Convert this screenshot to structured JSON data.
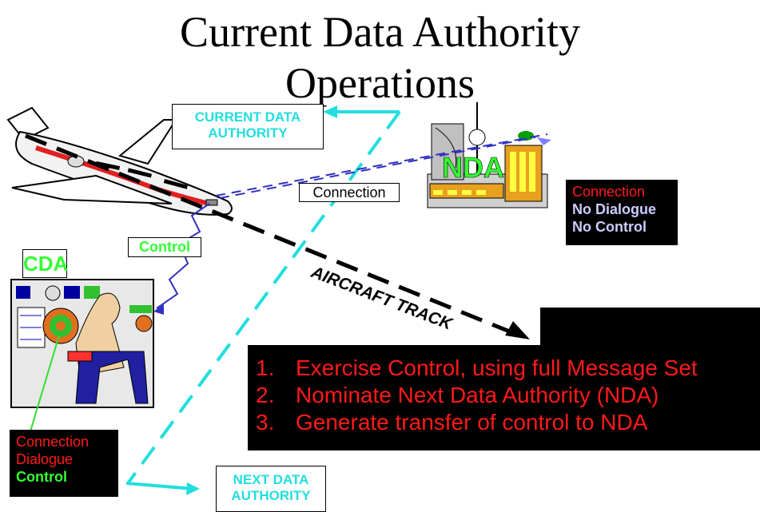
{
  "title_lines": [
    "Current Data Authority",
    "Operations"
  ],
  "labels": {
    "current_authority": [
      "CURRENT DATA",
      "AUTHORITY"
    ],
    "next_authority": [
      "NEXT DATA",
      "AUTHORITY"
    ],
    "connection": "Connection",
    "control": "Control",
    "cda": "CDA",
    "nda": "NDA",
    "aircraft_track": "AIRCRAFT TRACK"
  },
  "nda_status": [
    "Connection",
    "No Dialogue",
    "No Control"
  ],
  "cda_status": [
    "Connection",
    "Dialogue",
    "Control"
  ],
  "tasks": [
    {
      "num": "1.",
      "text": "Exercise Control, using full Message Set"
    },
    {
      "num": "2.",
      "text": "Nominate Next Data Authority (NDA)"
    },
    {
      "num": "3.",
      "text": "Generate transfer of control to NDA"
    }
  ],
  "colors": {
    "cyan": "#22dede",
    "red": "#ff1a1a",
    "green": "#33ff33",
    "lavender": "#ccccff",
    "blue_link": "#3030c0"
  }
}
